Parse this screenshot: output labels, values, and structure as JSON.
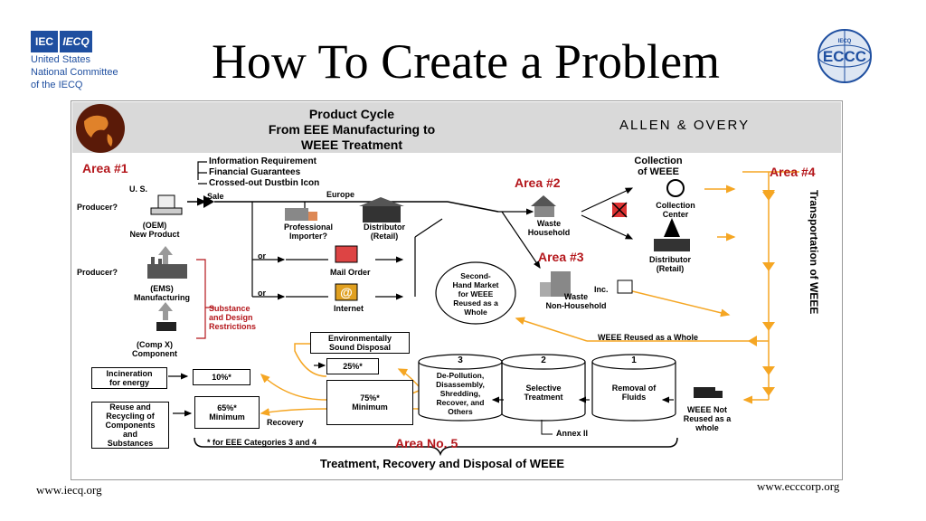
{
  "header": {
    "title": "How To Create a Problem",
    "logo_left": {
      "iec": "IEC",
      "iecq": "IECQ",
      "line1": "United States",
      "line2": "National Committee",
      "line3": "of the IECQ"
    },
    "logo_right": {
      "text": "ECCC",
      "sub": "IECQ"
    }
  },
  "footer": {
    "left": "www.iecq.org",
    "right": "www.ecccorp.org"
  },
  "diagram": {
    "title_lines": [
      "Product Cycle",
      "From EEE Manufacturing to",
      "WEEE Treatment"
    ],
    "brand": "ALLEN & OVERY",
    "areas": {
      "a1": "Area #1",
      "a2": "Area #2",
      "a3": "Area #3",
      "a4": "Area #4",
      "a5": "Area No. 5"
    },
    "requirements": [
      "Information Requirement",
      "Financial Guarantees",
      "Crossed-out Dustbin Icon"
    ],
    "labels": {
      "us": "U. S.",
      "sale": "Sale",
      "producer1": "Producer?",
      "oem": "(OEM)",
      "new_product": "New Product",
      "producer2": "Producer?",
      "ems": "(EMS)",
      "manufacturing": "Manufacturing",
      "comp": "(Comp X)",
      "component": "Component",
      "substance": [
        "Substance",
        "and Design",
        "Restrictions"
      ],
      "europe": "Europe",
      "importer": [
        "Professional",
        "Importer?"
      ],
      "distributor": [
        "Distributor",
        "(Retail)"
      ],
      "or1": "or",
      "or2": "or",
      "mail_order": "Mail Order",
      "internet": "Internet",
      "collection": [
        "Collection",
        "of WEEE"
      ],
      "collection_center": [
        "Collection",
        "Center"
      ],
      "waste_household": [
        "Waste",
        "Household"
      ],
      "distributor2": [
        "Distributor",
        "(Retail)"
      ],
      "inc": "Inc.",
      "waste_nonhousehold": [
        "Waste",
        "Non-Household"
      ],
      "second_hand": [
        "Second-",
        "Hand Market",
        "for WEEE",
        "Reused as a",
        "Whole"
      ],
      "weee_reused": "WEEE Reused as a Whole",
      "transport": "Transportation of WEEE",
      "env_disposal": [
        "Environmentally",
        "Sound Disposal"
      ],
      "pct25": "25%*",
      "incineration": [
        "Incineration",
        "for energy"
      ],
      "pct10": "10%*",
      "pct75": [
        "75%*",
        "Minimum"
      ],
      "pct65": [
        "65%*",
        "Minimum"
      ],
      "reuse": [
        "Reuse and",
        "Recycling of",
        "Components",
        "and",
        "Substances"
      ],
      "recovery": "Recovery",
      "footnote": "* for EEE  Categories 3 and 4",
      "stage3_num": "3",
      "stage3": [
        "De-Pollution,",
        "Disassembly,",
        "Shredding,",
        "Recover, and",
        "Others"
      ],
      "stage2_num": "2",
      "stage2": [
        "Selective",
        "Treatment"
      ],
      "stage1_num": "1",
      "stage1": [
        "Removal of",
        "Fluids"
      ],
      "annex": "Annex II",
      "not_reused": [
        "WEEE Not",
        "Reused as a",
        "whole"
      ],
      "bottom": "Treatment, Recovery and Disposal of WEEE"
    },
    "colors": {
      "area_red": "#b4161b",
      "flow_orange": "#f5a623",
      "gray_arrow": "#999999"
    }
  }
}
